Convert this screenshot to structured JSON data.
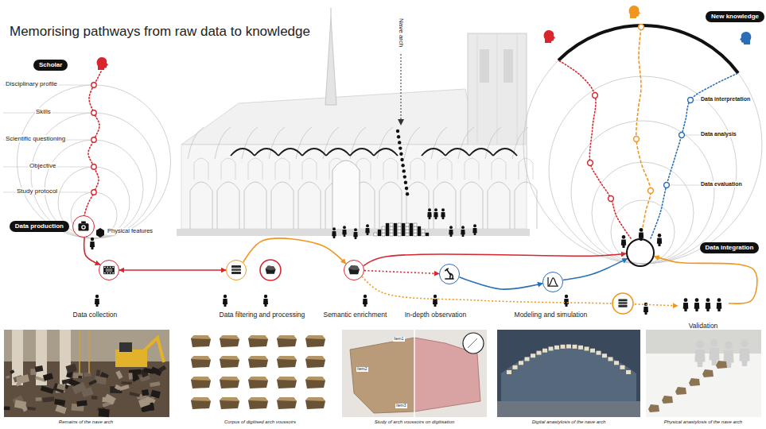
{
  "diagram": {
    "title": "Memorising pathways from raw data to knowledge",
    "nodes": [
      {
        "text": [
          "Scholar"
        ]
      },
      {
        "text": [
          "Data production"
        ]
      },
      {
        "text": [
          "Data collection"
        ]
      },
      {
        "text": [
          "Data filtering and processing"
        ]
      },
      {
        "text": [
          "Semantic enrichment"
        ]
      },
      {
        "text": [
          "In-depth observation"
        ]
      },
      {
        "text": [
          "Modeling and simulation"
        ]
      },
      {
        "text": [
          "Validation"
        ]
      },
      {
        "text": [
          "Data integration"
        ]
      },
      {
        "text": [
          "New knowledge"
        ]
      }
    ],
    "edges": [
      {
        "from": 1,
        "to": 2,
        "arrow": "to"
      },
      {
        "from": 2,
        "to": 3,
        "arrow": "both"
      },
      {
        "from": 3,
        "to": 4,
        "arrow": "to"
      },
      {
        "from": 4,
        "to": 5,
        "arrow": "to"
      },
      {
        "from": 5,
        "to": 6,
        "arrow": "to"
      },
      {
        "from": 6,
        "to": 8,
        "arrow": "to"
      },
      {
        "from": 4,
        "to": 8,
        "arrow": "to"
      },
      {
        "from": 4,
        "to": 7,
        "arrow": "to"
      },
      {
        "from": 7,
        "to": 8,
        "arrow": "to"
      }
    ],
    "labels": [
      "Disciplinary profile",
      "Skills",
      "Scientific questioning",
      "Objective",
      "Study protocol",
      "Physical features",
      "Nave arch",
      "Data interpretation",
      "Data analysis",
      "Data evaluation",
      "Item1",
      "Item2",
      "Item3",
      "Remains of the nave arch",
      "Corpus of digitised arch voussoirs",
      "Study of arch voussoirs on digitisation",
      "Digital anastylosis of the nave arch",
      "Physical anastylosis of the nave arch"
    ]
  }
}
